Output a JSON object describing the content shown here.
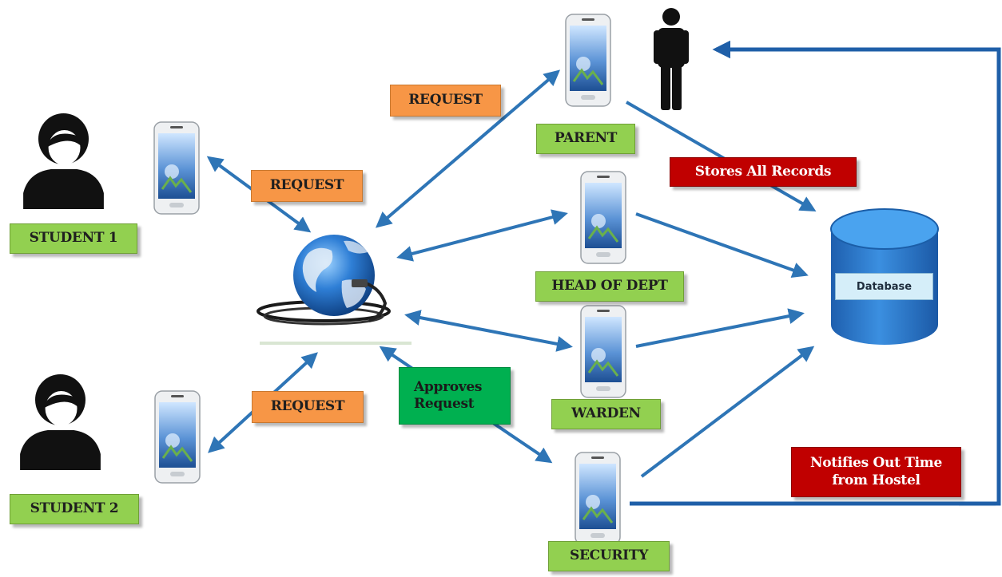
{
  "labels": {
    "student1": "STUDENT 1",
    "student2": "STUDENT 2",
    "parent": "PARENT",
    "head_of_dept": "HEAD OF DEPT",
    "warden": "WARDEN",
    "security": "SECURITY",
    "request_top": "REQUEST",
    "request_mid": "REQUEST",
    "request_bottom": "REQUEST",
    "stores_records": "Stores All  Records",
    "approves_line1": "Approves",
    "approves_line2": "Request",
    "notifies_line1": "Notifies Out Time",
    "notifies_line2": "from Hostel",
    "database": "Database"
  },
  "colors": {
    "arrow": "#2e75b6",
    "label_green": "#92d050",
    "label_orange": "#f79646",
    "label_red": "#c00000",
    "label_dark_green": "#00b050",
    "database_blue": "#2a78c8"
  },
  "icons": [
    "person-silhouette-icon",
    "phone-icon",
    "globe-network-icon",
    "database-cylinder-icon"
  ]
}
